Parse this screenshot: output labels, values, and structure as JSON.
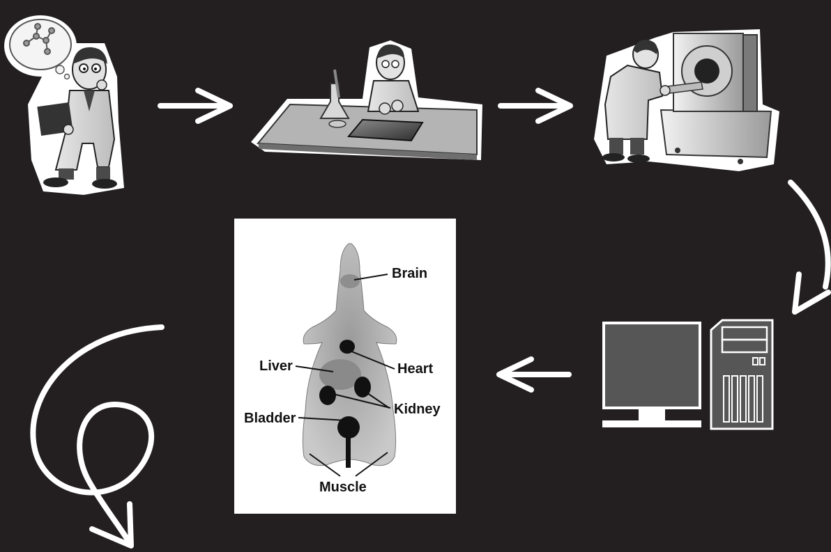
{
  "colors": {
    "background": "#231f20",
    "arrow": "#ffffff",
    "sticker_border": "#ffffff",
    "image_ink": "#111111"
  },
  "scan_image": {
    "labels": {
      "brain": "Brain",
      "heart": "Heart",
      "liver": "Liver",
      "kidney": "Kidney",
      "bladder": "Bladder",
      "muscle": "Muscle"
    }
  },
  "steps": [
    {
      "id": "design",
      "icon": "scientist-thinking-icon"
    },
    {
      "id": "synthesis",
      "icon": "lab-bench-icon"
    },
    {
      "id": "scanning",
      "icon": "pet-scanner-icon"
    },
    {
      "id": "analysis",
      "icon": "computer-workstation-icon"
    },
    {
      "id": "imaging",
      "icon": "pet-scan-image"
    },
    {
      "id": "repeat",
      "icon": "loop-arrow-icon"
    }
  ]
}
